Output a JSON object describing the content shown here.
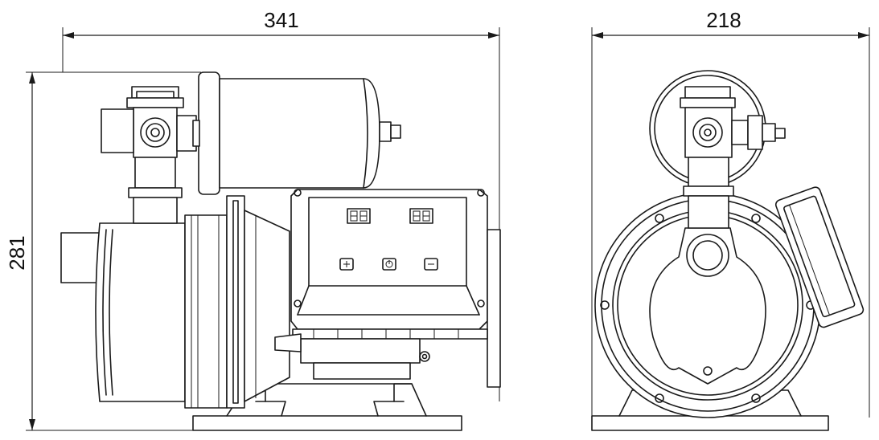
{
  "dimensions": {
    "side_width": "341",
    "height": "281",
    "front_width": "218"
  },
  "control_panel": {
    "buttons": [
      "plus",
      "power",
      "minus"
    ]
  }
}
